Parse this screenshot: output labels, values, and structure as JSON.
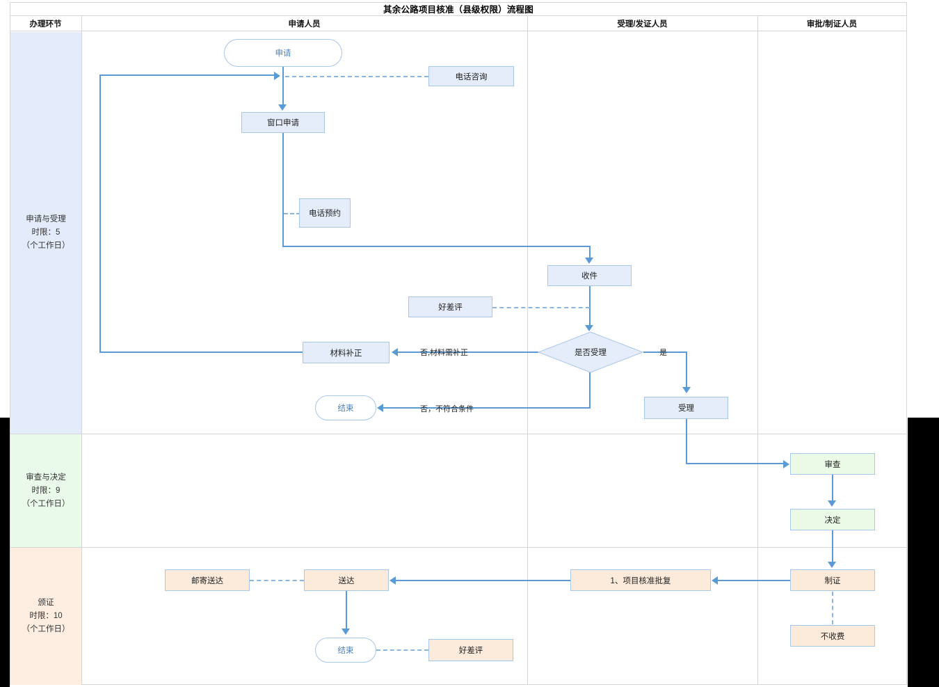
{
  "title": "其余公路项目核准（县级权限）流程图",
  "columns": [
    {
      "key": "stage",
      "label": "办理环节"
    },
    {
      "key": "applicant",
      "label": "申请人员"
    },
    {
      "key": "accept",
      "label": "受理/发证人员"
    },
    {
      "key": "approve",
      "label": "审批/制证人员"
    }
  ],
  "lanes": [
    {
      "name": "申请与受理",
      "limit": "时限：5",
      "unit": "（个工作日）",
      "text": "申请与受理\n时限：5\n（个工作日）",
      "color": "#e4ecfb"
    },
    {
      "name": "审查与决定",
      "limit": "时限：9",
      "unit": "（个工作日）",
      "text": "审查与决定\n时限：9\n（个工作日）",
      "color": "#eafaea"
    },
    {
      "name": "颁证",
      "limit": "时限：10",
      "unit": "（个工作日）",
      "text": "颁证\n时限：10\n（个工作日）",
      "color": "#fdeee1"
    }
  ],
  "nodes": {
    "apply": "申请",
    "phone_ask": "电话咨询",
    "window_apply": "窗口申请",
    "phone_book": "电话预约",
    "receive": "收件",
    "review_rating1": "好差评",
    "decide_accept": "是否受理",
    "supplement": "材料补正",
    "end1": "结束",
    "accepted": "受理",
    "examine": "审查",
    "decision": "决定",
    "make_cert": "制证",
    "no_fee": "不收费",
    "approval_doc": "1、项目核准批复",
    "deliver": "送达",
    "mail_deliver": "邮寄送达",
    "end2": "结束",
    "review_rating2": "好差评"
  },
  "edge_labels": {
    "no_supplement": "否,材料需补正",
    "yes": "是",
    "no_condition": "否，不符合条件"
  },
  "colors": {
    "blue_fill": "#e5edfa",
    "green_fill": "#eafae6",
    "orange_fill": "#fcebdb",
    "node_border": "#a8c6e8",
    "connector": "#5b9bd5",
    "dashed": "#8ab6e0",
    "terminator_text": "#4f81bd",
    "grid": "#d6d6d6"
  }
}
